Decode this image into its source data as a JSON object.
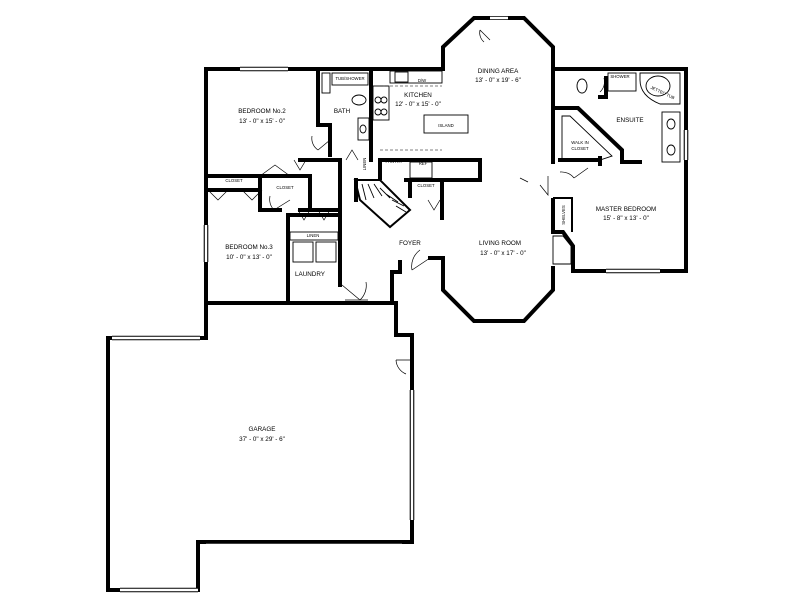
{
  "rooms": {
    "dining": {
      "name": "DINING AREA",
      "dims": "13' - 0\" x 19' - 6\""
    },
    "kitchen": {
      "name": "KITCHEN",
      "dims": "12' - 0\" x 15' - 0\""
    },
    "bedroom2": {
      "name": "BEDROOM No.2",
      "dims": "13' - 0\" x 15' - 0\""
    },
    "bedroom3": {
      "name": "BEDROOM No.3",
      "dims": "10' - 0\" x 13' - 0\""
    },
    "master": {
      "name": "MASTER BEDROOM",
      "dims": "15' - 8\" x 13' - 0\""
    },
    "living": {
      "name": "LIVING ROOM",
      "dims": "13' - 0\" x 17' - 0\""
    },
    "garage": {
      "name": "GARAGE",
      "dims": "37' - 0\" x 29' - 6\""
    },
    "bath": {
      "name": "BATH"
    },
    "ensuite": {
      "name": "ENSUITE"
    },
    "laundry": {
      "name": "LAUNDRY"
    },
    "foyer": {
      "name": "FOYER"
    }
  },
  "labels": {
    "island": "ISLAND",
    "pantry": "PANTRY",
    "closet": "CLOSET",
    "linen": "LINEN",
    "walk_in_closet_1": "WALK IN",
    "walk_in_closet_2": "CLOSET",
    "shelves": "SHELVES",
    "tub_shower": "TUB/SHOWER",
    "shower": "SHOWER",
    "jetted_tub": "JETTED TUB",
    "refrigerator": "REF",
    "dishwasher": "D/W"
  }
}
